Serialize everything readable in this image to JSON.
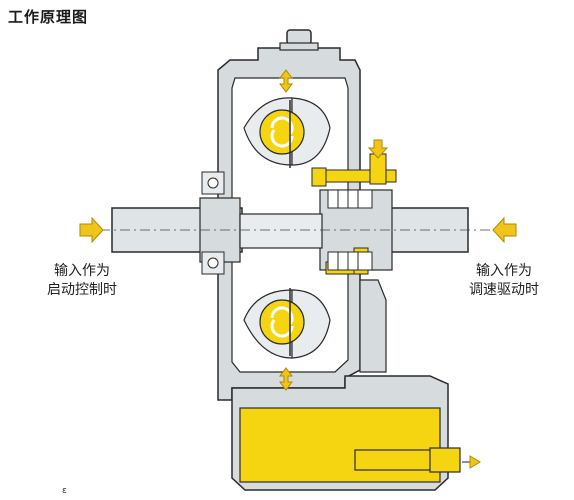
{
  "title": "工作原理图",
  "labels": {
    "left_line1": "输入作为",
    "left_line2": "启动控制时",
    "right_line1": "输入作为",
    "right_line2": "调速驱动时"
  },
  "mark": "ε",
  "colors": {
    "background": "#ffffff",
    "casing_fill": "#d6dcde",
    "casing_stroke": "#2a2a2a",
    "oil_yellow": "#f5d512",
    "shaft_fill": "#dfe5e7",
    "arrow_yellow": "#f0c419"
  },
  "icons": [
    "right-arrow-icon",
    "left-arrow-icon",
    "up-down-arrow-icon",
    "rotation-icon",
    "gear-icon",
    "outlet-arrow-icon"
  ]
}
